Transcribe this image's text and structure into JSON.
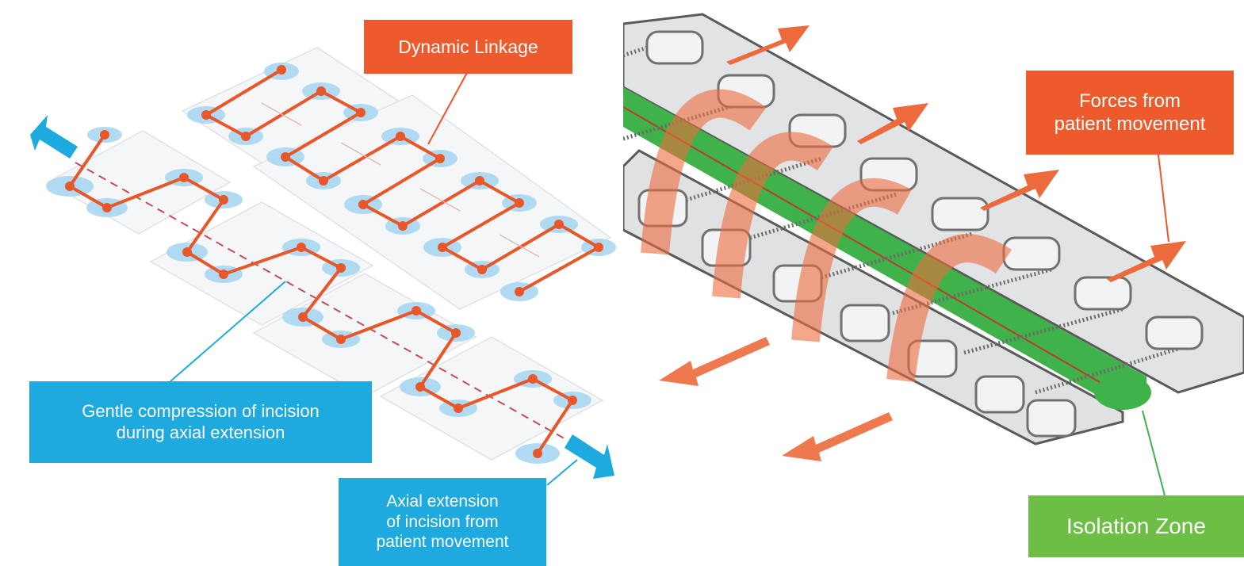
{
  "left_diagram": {
    "dynamic_linkage_label": "Dynamic Linkage",
    "gentle_compression_label": [
      "Gentle compression of incision",
      "during axial extension"
    ],
    "axial_extension_label": [
      "Axial extension",
      "of incision from",
      "patient movement"
    ]
  },
  "right_diagram": {
    "forces_label": [
      "Forces from",
      "patient movement"
    ],
    "isolation_zone_label": "Isolation Zone"
  },
  "colors": {
    "orange": "#ed5a2c",
    "blue": "#1ea9df",
    "green": "#6cbe45",
    "pad_blue": "#a9d8f2",
    "node_orange": "#e8572a"
  }
}
